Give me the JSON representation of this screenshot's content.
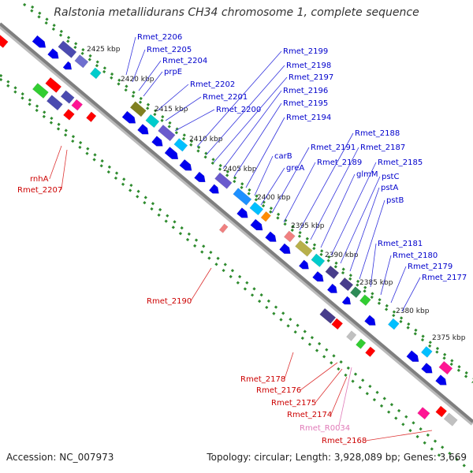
{
  "title": "Ralstonia metallidurans CH34 chromosome 1, complete sequence",
  "accession": "Accession: NC_007973",
  "topology": "Topology: circular; Length: 3,928,089 bp; Genes: 3,669",
  "colors": {
    "backbone": "#888888",
    "dots": "#2e8b2e",
    "blue_label": "#0000cc",
    "red_label": "#cc0000",
    "pink_label": "#e07ab8",
    "tick_text": "#222222"
  },
  "ticks": [
    "2425 kbp",
    "2420 kbp",
    "2415 kbp",
    "2410 kbp",
    "2405 kbp",
    "2400 kbp",
    "2395 kbp",
    "2390 kbp",
    "2385 kbp",
    "2380 kbp",
    "2375 kbp"
  ],
  "labels_blue": [
    "Rmet_2206",
    "Rmet_2205",
    "Rmet_2204",
    "prpE",
    "Rmet_2202",
    "Rmet_2201",
    "Rmet_2200",
    "Rmet_2199",
    "Rmet_2198",
    "Rmet_2197",
    "Rmet_2196",
    "Rmet_2195",
    "Rmet_2194",
    "carB",
    "greA",
    "Rmet_2191",
    "Rmet_2189",
    "Rmet_2188",
    "Rmet_2187",
    "glmM",
    "Rmet_2185",
    "pstC",
    "pstA",
    "pstB",
    "Rmet_2181",
    "Rmet_2180",
    "Rmet_2179",
    "Rmet_2177"
  ],
  "labels_red": [
    "rnhA",
    "Rmet_2207",
    "Rmet_2190",
    "Rmet_2178",
    "Rmet_2176",
    "Rmet_2175",
    "Rmet_2174",
    "Rmet_2168"
  ],
  "labels_pink": [
    "Rmet_R0034"
  ]
}
